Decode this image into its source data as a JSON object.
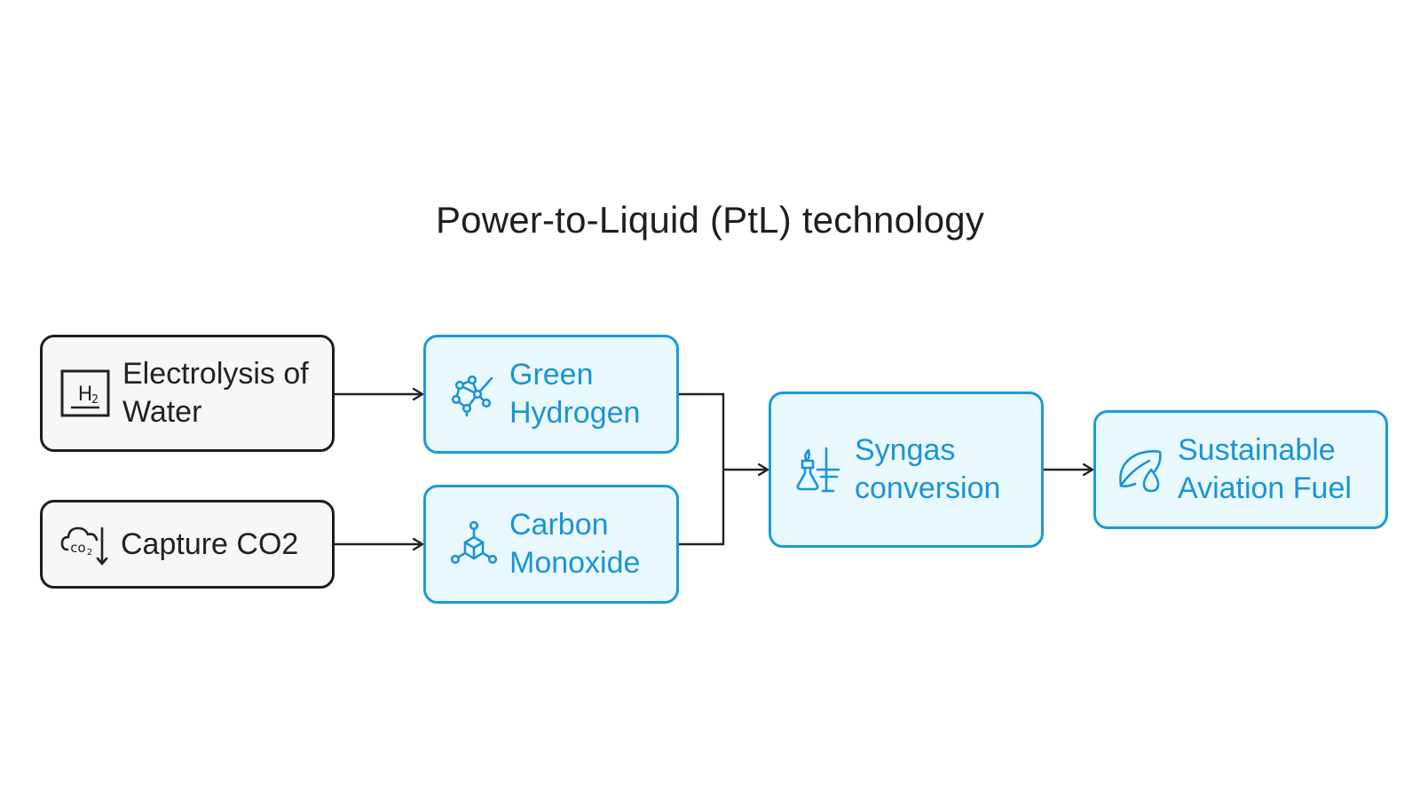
{
  "title": "Power-to-Liquid (PtL) technology",
  "colors": {
    "accent": "#1b9ad8",
    "accent_fill": "#e9f8fd",
    "neutral_border": "#1e1e1e",
    "neutral_fill": "#f7f7f7",
    "connector": "#222222"
  },
  "nodes": {
    "electrolysis": {
      "label": "Electrolysis of Water",
      "icon": "h2-element-icon",
      "style": "neutral"
    },
    "capture": {
      "label": "Capture CO2",
      "icon": "co2-cloud-capture-icon",
      "style": "neutral"
    },
    "hydrogen": {
      "label": "Green Hydrogen",
      "icon": "molecule-network-icon",
      "style": "accent"
    },
    "carbon": {
      "label": "Carbon Monoxide",
      "icon": "molecule-cube-icon",
      "style": "accent"
    },
    "syngas": {
      "label": "Syngas conversion",
      "icon": "chemistry-flask-burner-icon",
      "style": "accent"
    },
    "saf": {
      "label": "Sustainable Aviation Fuel",
      "icon": "leaf-droplet-icon",
      "style": "accent"
    }
  },
  "edges": [
    {
      "from": "Electrolysis of Water",
      "to": "Green Hydrogen"
    },
    {
      "from": "Capture CO2",
      "to": "Carbon Monoxide"
    },
    {
      "from": "Green Hydrogen",
      "to": "Syngas conversion"
    },
    {
      "from": "Carbon Monoxide",
      "to": "Syngas conversion"
    },
    {
      "from": "Syngas conversion",
      "to": "Sustainable Aviation Fuel"
    }
  ]
}
